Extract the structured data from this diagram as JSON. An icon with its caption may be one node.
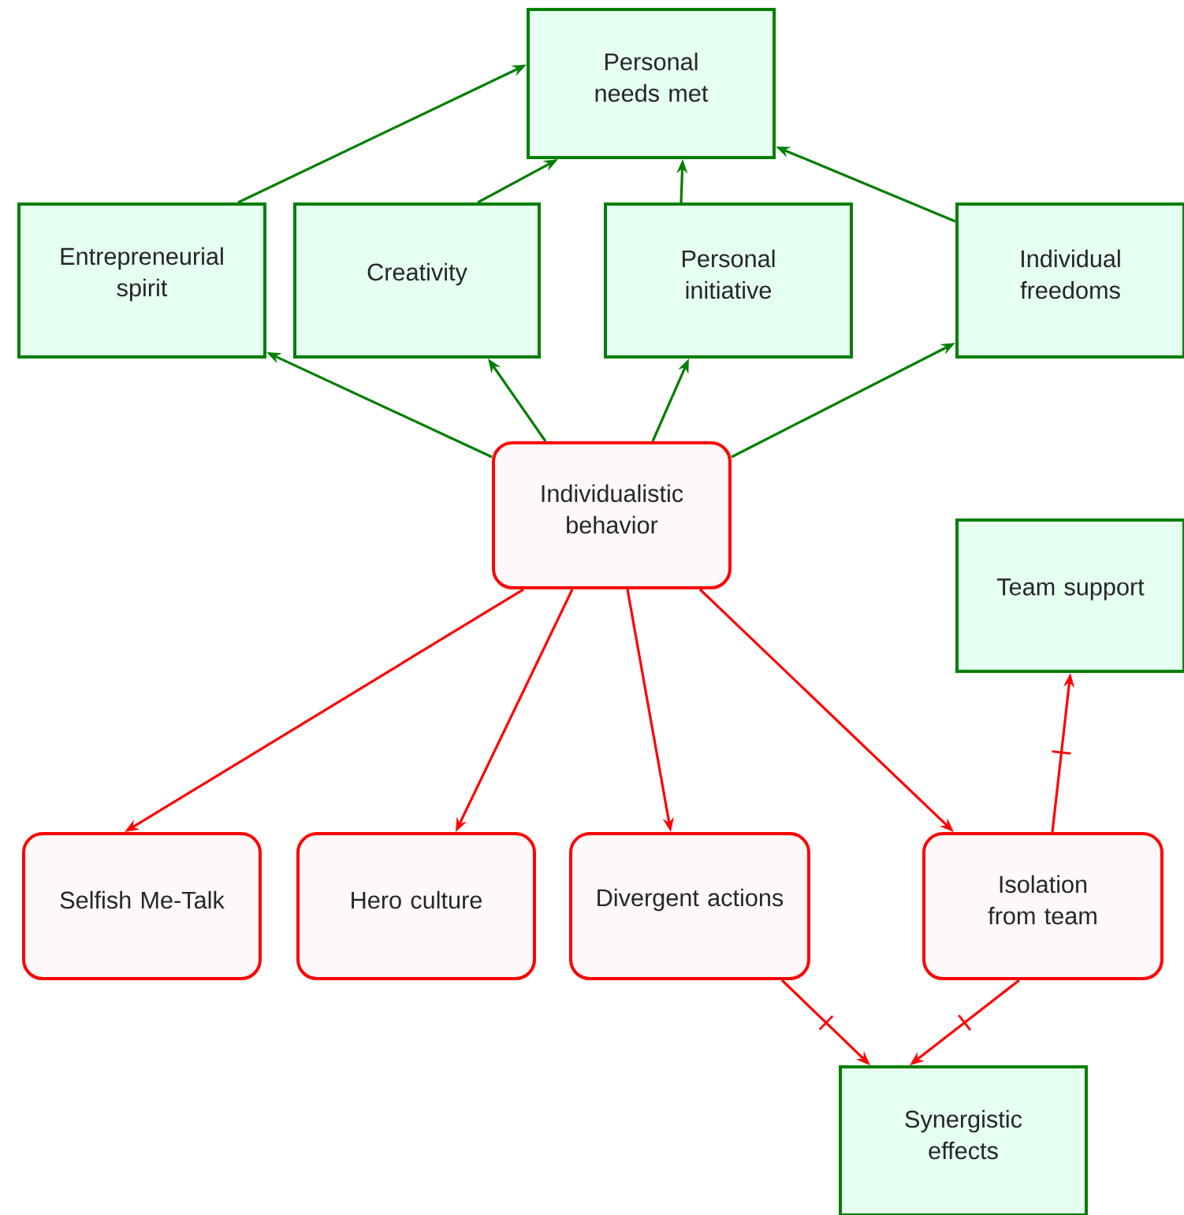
{
  "diagram": {
    "nodes": [
      {
        "text": [
          "Personal needs met"
        ]
      },
      {
        "text": [
          "Entrepreneurial spirit"
        ]
      },
      {
        "text": [
          "Creativity"
        ]
      },
      {
        "text": [
          "Personal initiative"
        ]
      },
      {
        "text": [
          "Individual freedoms"
        ]
      },
      {
        "text": [
          "Individualistic behavior"
        ]
      },
      {
        "text": [
          "Team support"
        ]
      },
      {
        "text": [
          "Selfish Me-Talk"
        ]
      },
      {
        "text": [
          "Hero culture"
        ]
      },
      {
        "text": [
          "Divergent actions"
        ]
      },
      {
        "text": [
          "Isolation from team"
        ]
      },
      {
        "text": [
          "Synergistic effects"
        ]
      }
    ],
    "edges": [
      {
        "from": 1,
        "to": 0,
        "arrow": "to"
      },
      {
        "from": 2,
        "to": 0,
        "arrow": "to"
      },
      {
        "from": 3,
        "to": 0,
        "arrow": "to"
      },
      {
        "from": 4,
        "to": 0,
        "arrow": "to"
      },
      {
        "from": 5,
        "to": 1,
        "arrow": "to"
      },
      {
        "from": 5,
        "to": 2,
        "arrow": "to"
      },
      {
        "from": 5,
        "to": 3,
        "arrow": "to"
      },
      {
        "from": 5,
        "to": 4,
        "arrow": "to"
      },
      {
        "from": 5,
        "to": 7,
        "arrow": "to",
        "color": "#ff0000"
      },
      {
        "from": 5,
        "to": 8,
        "arrow": "to",
        "color": "#ff0000"
      },
      {
        "from": 5,
        "to": 9,
        "arrow": "to",
        "color": "#ff0000"
      },
      {
        "from": 5,
        "to": 10,
        "arrow": "to",
        "color": "#ff0000"
      },
      {
        "from": 10,
        "to": 6,
        "arrow": "to",
        "color": "#ff0000"
      },
      {
        "from": 9,
        "to": 11,
        "arrow": "to",
        "color": "#ff0000"
      },
      {
        "from": 10,
        "to": 11,
        "arrow": "to",
        "color": "#ff0000"
      }
    ]
  }
}
